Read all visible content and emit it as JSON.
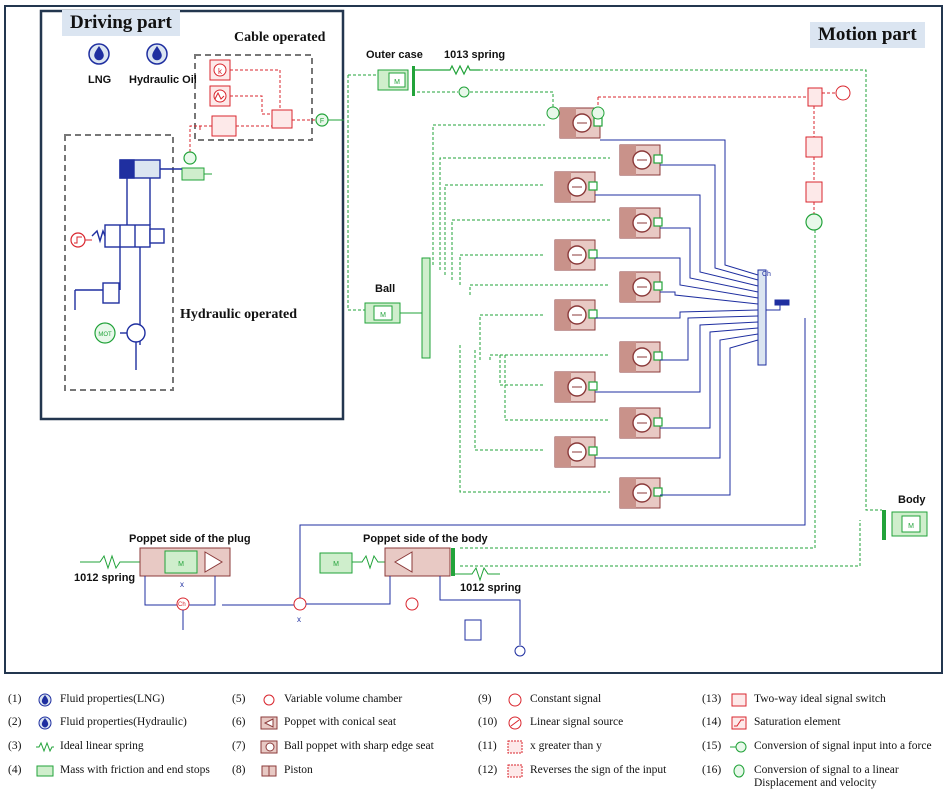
{
  "sections": {
    "driving": "Driving part",
    "motion": "Motion part",
    "cable": "Cable operated",
    "hydraulic": "Hydraulic operated"
  },
  "labels": {
    "lng": "LNG",
    "hydraulic_oil": "Hydraulic Oil",
    "outer_case": "Outer case",
    "spring_1013": "1013 spring",
    "ball": "Ball",
    "body": "Body",
    "poppet_plug": "Poppet side of the plug",
    "poppet_body": "Poppet side of the body",
    "spring_1012_left": "1012 spring",
    "spring_1012_right": "1012 spring"
  },
  "icons": {
    "k": "k",
    "f": "F",
    "mot": "MOT",
    "m": "M",
    "ch": "Ch",
    "x": "x"
  },
  "colors": {
    "blue": "#1f2fa0",
    "red": "#d9262e",
    "green": "#22a33a",
    "maroon": "#8b3a3a",
    "frame": "#23364f"
  },
  "legend": [
    {
      "num": "(1)",
      "text": "Fluid properties(LNG)",
      "icon": "drop-icon"
    },
    {
      "num": "(2)",
      "text": "Fluid properties(Hydraulic)",
      "icon": "drop-icon"
    },
    {
      "num": "(3)",
      "text": "Ideal linear spring",
      "icon": "spring-icon"
    },
    {
      "num": "(4)",
      "text": "Mass with friction and end stops",
      "icon": "mass-icon"
    },
    {
      "num": "(5)",
      "text": "Variable volume chamber",
      "icon": "chamber-icon"
    },
    {
      "num": "(6)",
      "text": "Poppet with conical seat",
      "icon": "conical-poppet-icon"
    },
    {
      "num": "(7)",
      "text": "Ball poppet with sharp edge seat",
      "icon": "ball-poppet-icon"
    },
    {
      "num": "(8)",
      "text": "Piston",
      "icon": "piston-icon"
    },
    {
      "num": "(9)",
      "text": "Constant signal",
      "icon": "constant-icon"
    },
    {
      "num": "(10)",
      "text": "Linear signal source",
      "icon": "linear-source-icon"
    },
    {
      "num": "(11)",
      "text": "x greater than y",
      "icon": "comparator-icon"
    },
    {
      "num": "(12)",
      "text": "Reverses the sign of the input",
      "icon": "sign-icon"
    },
    {
      "num": "(13)",
      "text": "Two-way ideal signal switch",
      "icon": "switch-icon"
    },
    {
      "num": "(14)",
      "text": "Saturation element",
      "icon": "saturation-icon"
    },
    {
      "num": "(15)",
      "text": "Conversion of signal input into a force",
      "icon": "force-icon"
    },
    {
      "num": "(16)",
      "text": "Conversion of signal to a linear Displacement and velocity",
      "icon": "displacement-icon"
    }
  ]
}
